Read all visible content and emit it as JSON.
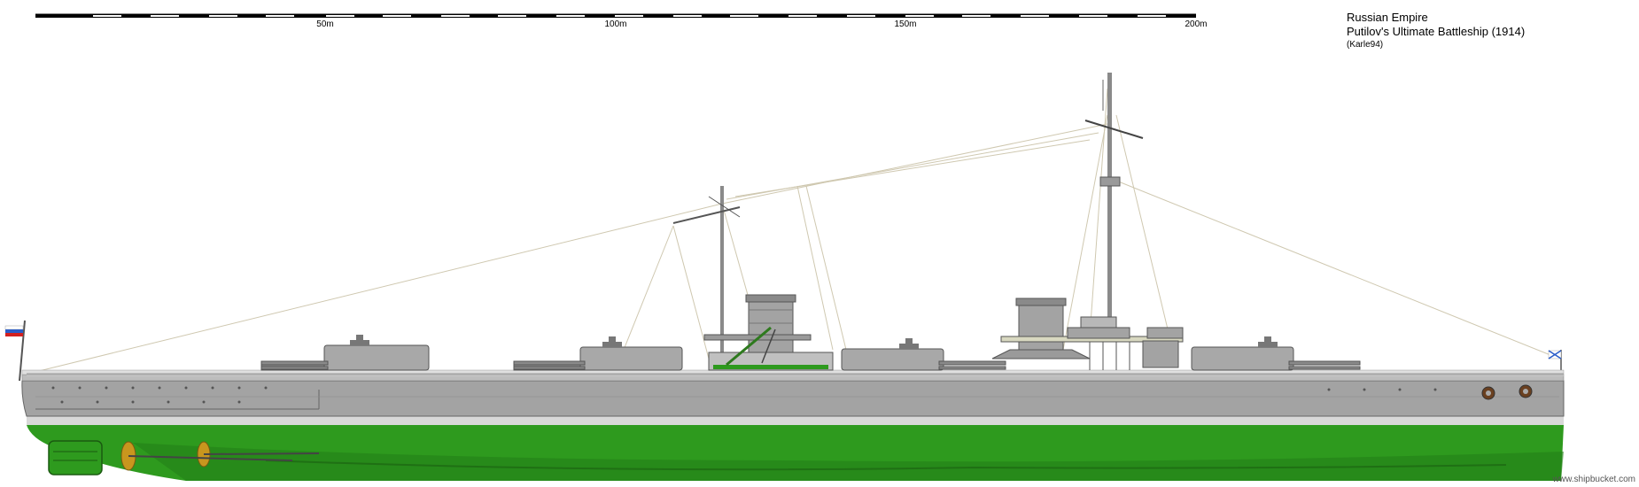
{
  "scale": {
    "unit_labels": [
      "50m",
      "100m",
      "150m",
      "200m"
    ]
  },
  "info": {
    "nation": "Russian Empire",
    "ship_name": "Putilov's Ultimate Battleship (1914)",
    "author": "(Karle94)"
  },
  "credit": "www.shipbucket.com",
  "colors": {
    "hull_grey": "#9a9a9a",
    "hull_green": "#2e9a1e",
    "deck_line": "#d9d9d9",
    "ensign_blue": "#2a5cc8",
    "ensign_red": "#d22020"
  },
  "icons": {
    "stern_flag": "russian-tricolor-flag",
    "bow_flag": "st-andrew-jack-flag"
  }
}
